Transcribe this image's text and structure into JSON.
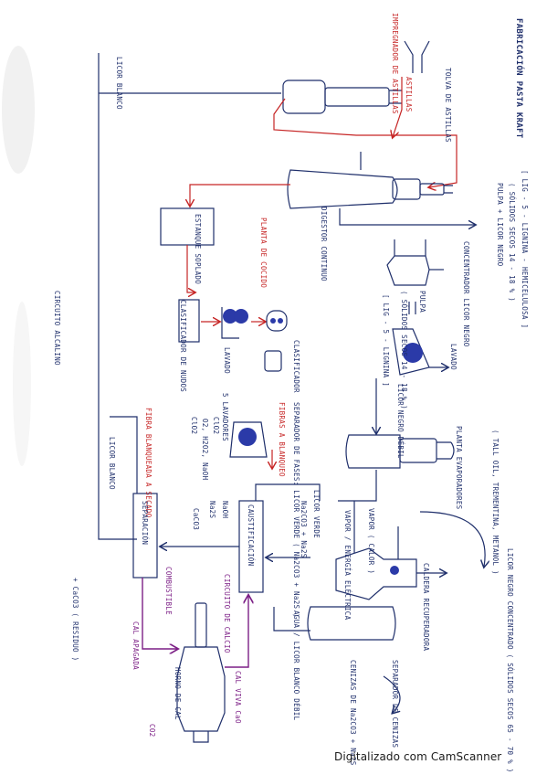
{
  "title": "FABRICACIÓN PASTA KRAFT",
  "footer": "Digitalizado com CamScanner",
  "colors": {
    "ink": "#1f2f6b",
    "red": "#c62525",
    "purple": "#7c1f86",
    "fill_blue": "#2b3aa8",
    "paper": "#ffffff"
  },
  "labels": {
    "licor_blanco_top": "LICOR BLANCO",
    "impregnador": "IMPREGNADOR DE ASTILLAS",
    "astillas": "ASTILLAS",
    "tolva": "TOLVA DE ASTILLAS",
    "digestor": "DIGESTOR CONTINUO",
    "estanque": "ESTANQUE SOPLADO",
    "planta_cocido": "PLANTA DE COCIDO",
    "cond_1": "[ LIG - 5 - LIGNINA - HEMICELULOSA ]",
    "cond_2": "( SÓLIDOS SECOS 14 - 18 % )",
    "cond_3": "PULPA + LICOR NEGRO",
    "concentrador": "CONCENTRADOR LICOR NEGRO",
    "pulpa": "PULPA",
    "concentrado_2": "( SÓLIDOS SECOS 14 - 18 % )",
    "lignina_2": "[ LIG - 5 - LIGNINA ]",
    "licor_negro_debil": "LICOR NEGRO DÉBIL",
    "lavado": "LAVADO",
    "clasificador": "CLASIFICADOR DE NUDOS",
    "clasificador_2": "CLASIFICADOR",
    "lavado_2": "LAVADO",
    "fibras_blanqueo": "FIBRAS A BLANQUEO",
    "lavadores": "5 LAVADORES",
    "reactivo_1": "ClO2",
    "reactivo_2": "O2, H2O2, NaOH",
    "reactivo_3": "ClO2",
    "fibra_blanqueada": "FIBRA BLANQUEADA A SECADO",
    "circuito_alcalino": "CIRCUITO ALCALINO",
    "licor_blanco_mid": "LICOR BLANCO",
    "naoh": "NaOH",
    "na2s": "Na2S",
    "caco3": "CaCO3",
    "separacion": "SEPARACIÓN",
    "caustificacion": "CAUSTIFICACIÓN",
    "circuito_calcio": "CIRCUITO DE CALCIO",
    "combustible": "COMBUSTIBLE",
    "horno_cal": "HORNO DE CAL",
    "cal_viva": "CAL VIVA CaO",
    "co2": "CO2",
    "cal_apagada": "CAL APAGADA",
    "caco3_residuo": "+ CaCO3 ( RESIDUO )",
    "planta_evap": "PLANTA EVAPORADORES",
    "subproductos": "( TALL OIL, TREMENTINA, METANOL )",
    "licor_concentrado": "LICOR NEGRO CONCENTRADO ( SÓLIDOS SECOS 65 - 70 % )",
    "caldera": "CALDERA RECUPERADORA",
    "vapor": "VAPOR ( CALOR )",
    "vapor_2": "VAPOR / ENERGÍA ELÉCTRICA",
    "separador": "SEPARADOR DE CENIZAS",
    "cenizas": "CENIZAS DE Na2CO3 + Na2S",
    "separador_fase": "SEPARADOR DE FASES: LICOR VERDE ( Na2CO3 + Na2S )",
    "licor_verde_1": "LICOR VERDE",
    "licor_verde_2": "Na2CO3 + Na2S",
    "agua": "AGUA / LICOR BLANCO DÉBIL"
  }
}
